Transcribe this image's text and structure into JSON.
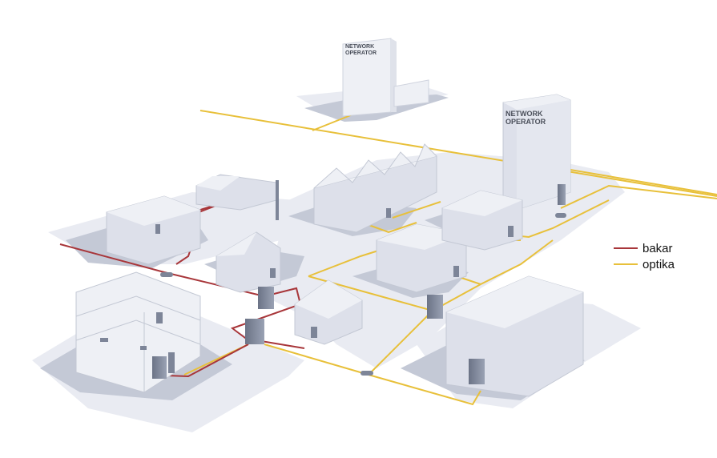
{
  "buildings": {
    "operator_far": {
      "label_line1": "NETWORK",
      "label_line2": "OPERATOR"
    },
    "operator_near": {
      "label_line1": "NETWORK",
      "label_line2": "OPERATOR"
    }
  },
  "legend": {
    "items": [
      {
        "label": "bakar",
        "color": "#a8363a"
      },
      {
        "label": "optika",
        "color": "#e8c03a"
      }
    ]
  },
  "colors": {
    "copper": "#a8363a",
    "fiber": "#e8c03a",
    "ground": "#e9ebf2",
    "building": "#dde0ea",
    "equipment": "#7d8598"
  }
}
